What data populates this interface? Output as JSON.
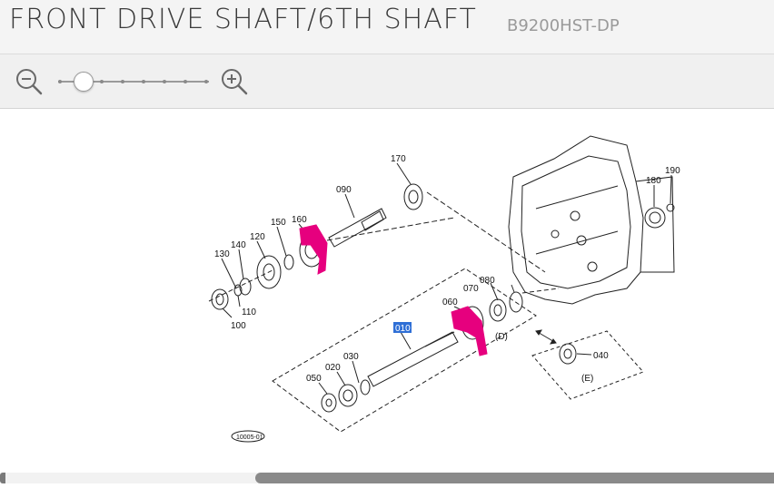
{
  "header": {
    "title": "FRONT DRIVE SHAFT/6TH SHAFT",
    "model": "B9200HST-DP"
  },
  "toolbar": {
    "zoom_out_icon": "zoom-out-magnifier-icon",
    "zoom_in_icon": "zoom-in-magnifier-icon",
    "zoom_level_fraction": 0.17,
    "zoom_tick_count": 8
  },
  "diagram": {
    "highlighted_part": "010",
    "highlight_color": "#e6007e",
    "part_labels": {
      "p010": "010",
      "p020": "020",
      "p030": "030",
      "p040": "040",
      "p050": "050",
      "p060": "060",
      "p070": "070",
      "p080": "080",
      "p090": "090",
      "p100": "100",
      "p110": "110",
      "p120": "120",
      "p130": "130",
      "p140": "140",
      "p150": "150",
      "p160": "160",
      "p170": "170",
      "p180": "180",
      "p190": "190",
      "groupD": "(D)",
      "groupE": "(E)",
      "plate": "10005-01"
    }
  },
  "scrollbar": {
    "horizontal_thumb_start_fraction": 0.33,
    "color": "#8a8a8a"
  }
}
